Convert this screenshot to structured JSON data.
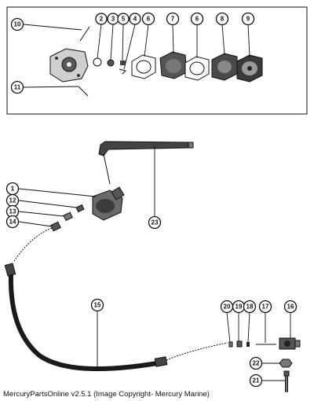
{
  "caption": "MercuryPartsOnline v2.5.1 (Image Copyright- Mercury Marine)",
  "callouts": [
    "1",
    "2",
    "3",
    "4",
    "5",
    "6",
    "7",
    "8",
    "9",
    "10",
    "11",
    "12",
    "13",
    "14",
    "15",
    "16",
    "17",
    "18",
    "19",
    "20",
    "21",
    "22",
    "23"
  ],
  "colors": {
    "ink": "#111111",
    "paper": "#ffffff",
    "part_dark": "#3a3a3a",
    "part_mid": "#777777"
  }
}
